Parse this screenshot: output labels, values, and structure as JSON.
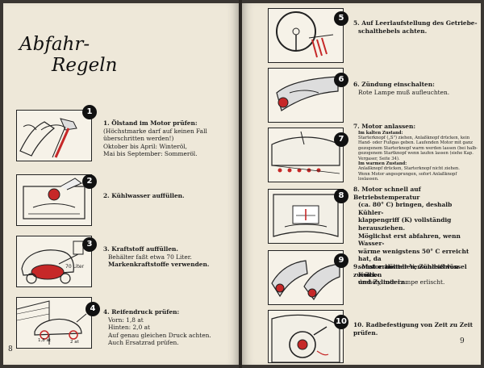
{
  "left_page": {
    "title_line1": "Abfahr-",
    "title_line2": "Regeln",
    "page_number": "8",
    "items": [
      {
        "badge": "1",
        "lines": [
          "1. Ölstand im Motor prüfen:",
          "(Höchstmarke darf auf keinen Fall",
          "überschritten werden!)",
          "Oktober bis April: Winteröl,",
          "Mai bis September: Sommeröl."
        ]
      },
      {
        "badge": "2",
        "lines": [
          "2. Kühlwasser auffüllen."
        ]
      },
      {
        "badge": "3",
        "lines": [
          "3. Kraftstoff auffüllen.",
          "Behälter faßt etwa 70 Liter.",
          "Markenkraftstoffe verwenden."
        ],
        "pic_label": "70 Liter"
      },
      {
        "badge": "4",
        "lines": [
          "4. Reifendruck prüfen:",
          "Vorn:    1,8 at",
          "Hinten:  2,0 at",
          "Auf genau gleichen Druck achten.",
          "Auch Ersatzrad prüfen."
        ],
        "pic_labels": [
          "1,8 at",
          "2 at"
        ]
      }
    ]
  },
  "right_page": {
    "page_number": "9",
    "items": [
      {
        "badge": "5",
        "lines": [
          "5. Auf Leerlaufstellung des Getriebe-",
          "schalthebels achten."
        ]
      },
      {
        "badge": "6",
        "lines": [
          "6. Zündung einschalten:",
          "Rote Lampe muß aufleuchten."
        ]
      },
      {
        "badge": "7",
        "lines": [
          "7. Motor anlassen:"
        ],
        "small_lines": [
          "Im kalten Zustand:",
          "Starterknopf („S\") ziehen, Anlaßknopf drücken, kein",
          "Hand- oder Fußgas geben. Laufenden Motor mit ganz",
          "gezogenem Starterknopf warm werden lassen (bei halb-",
          "gezogenem Startknopf wenn laufen lassen (siehe Kap.",
          "Vergaser, Seite 34).",
          "Im warmen Zustand:",
          "Anlaßknopf drücken, Starterknopf nicht ziehen.",
          "Wenn Motor angesprungen, sofort Anlaßknopf",
          "loslassen."
        ]
      },
      {
        "badge": "8",
        "lines": [
          "8. Motor schnell auf Betriebstemperatur",
          "(ca. 80° C) bringen, deshalb Kühler-",
          "klappengriff (K) vollständig herausziehen.",
          "Möglichst erst abfahren, wenn Wasser-",
          "wärme wenigstens 50° C erreicht hat, da",
          "sonst erhöhter Verschleiß von Kolben",
          "und Zylindern."
        ]
      },
      {
        "badge": "9",
        "lines": [
          "9. Motor abstellen, Zündschlüssel zurück-",
          "drehen, rote Lampe erlischt."
        ]
      },
      {
        "badge": "10",
        "lines": [
          "10. Radbefestigung von Zeit zu Zeit prüfen."
        ]
      }
    ]
  }
}
